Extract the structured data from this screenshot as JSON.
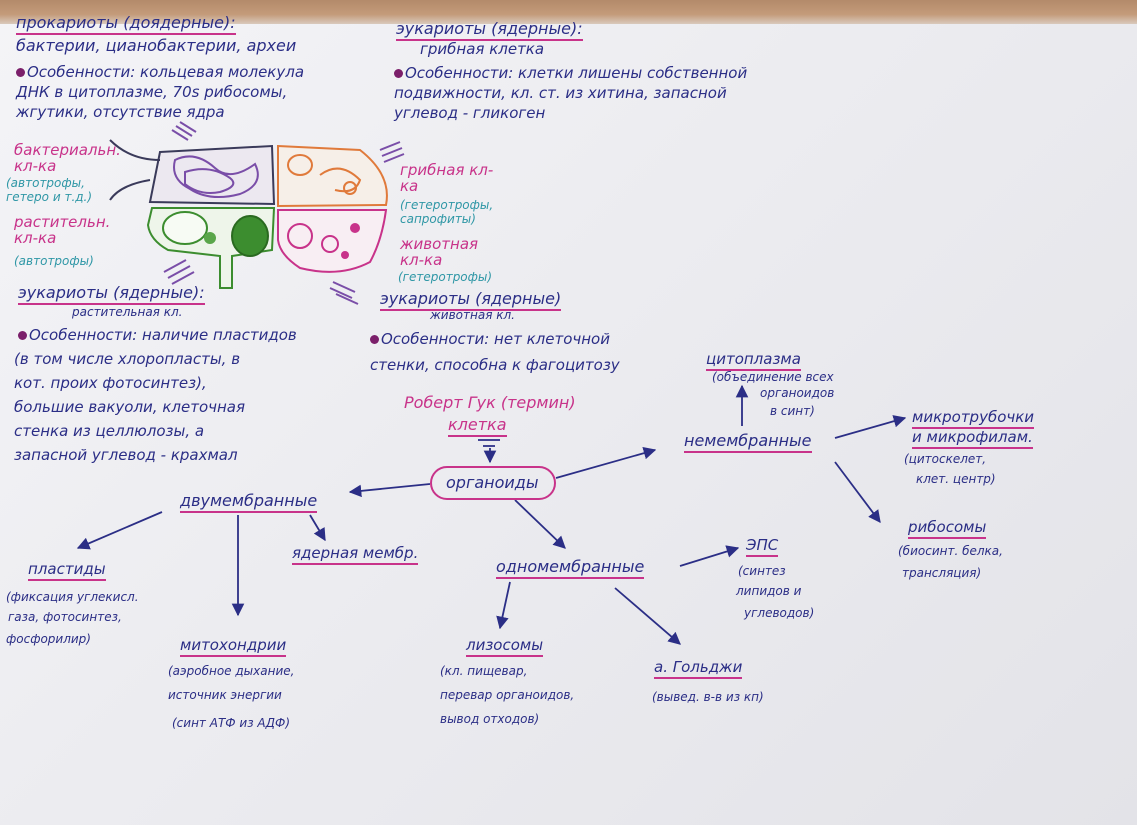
{
  "colors": {
    "blue_ink": "#2b2e86",
    "pink_ink": "#c8338a",
    "teal_ink": "#2f97a6",
    "purple_ink": "#7a4ea8",
    "green_ink": "#3c8d2f",
    "orange_ink": "#e07a3b"
  },
  "prokaryotes": {
    "title": "прокариоты (доядерные):",
    "examples": "бактерии, цианобактерии, археи",
    "features": [
      "Особенности: кольцевая молекула",
      "ДНК в цитоплазме, 70s рибосомы,",
      "жгутики, отсутствие ядра"
    ]
  },
  "eukaryotes_fungi": {
    "title": "эукариоты (ядерные):",
    "subtitle": "грибная клетка",
    "features": [
      "Особенности: клетки лишены собственной",
      "подвижности, кл. ст. из хитина, запасной",
      "углевод - гликоген"
    ]
  },
  "cell_labels": {
    "bacterial": "бактериальн. кл-ка",
    "bacterial_type": "(автотрофы, гетеро и т.д.)",
    "fungal": "грибная кл-ка",
    "fungal_type": "(гетеротрофы, сапрофиты)",
    "plant": "растительн. кл-ка",
    "plant_type": "(автотрофы)",
    "animal": "животная кл-ка",
    "animal_type": "(гетеротрофы)"
  },
  "eukaryotes_plant": {
    "title": "эукариоты (ядерные):",
    "subtitle": "растительная кл.",
    "features": [
      "Особенности: наличие пластидов",
      "(в том числе хлоропласты, в",
      "кот. проих фотосинтез),",
      "большие вакуоли, клеточная",
      "стенка из целлюлозы, а",
      "запасной углевод - крахмал"
    ]
  },
  "eukaryotes_animal": {
    "title": "эукариоты (ядерные)",
    "subtitle": "животная кл.",
    "features": [
      "Особенности: нет клеточной",
      "стенки, способна к фагоцитозу"
    ]
  },
  "center": {
    "author": "Роберт Гук (термин)",
    "cell": "клетка",
    "organoids": "органоиды"
  },
  "double_membrane": {
    "label": "двумембранные",
    "plastids": "пластиды",
    "plastids_note": [
      "(фиксация углекисл.",
      "газа, фотосинтез,",
      "фосфорилир)"
    ],
    "nuclear": "ядерная мембр.",
    "mitochondria": "митохондрии",
    "mitochondria_note": [
      "(аэробное дыхание,",
      "источник энергии",
      "(синт АТФ из АДФ)"
    ]
  },
  "single_membrane": {
    "label": "одномембранные",
    "eps": "ЭПС",
    "eps_note": [
      "(синтез",
      "липидов и",
      "углеводов)"
    ],
    "lysosomes": "лизосомы",
    "lysosomes_note": [
      "(кл. пищевар,",
      "перевар органоидов,",
      "вывод отходов)"
    ],
    "golgi": "а. Гольджи",
    "golgi_note": "(вывед. в-в из кп)"
  },
  "non_membrane": {
    "label": "немембранные",
    "cytoplasm": "цитоплазма",
    "cytoplasm_note": [
      "(объединение всех",
      "органоидов",
      "в синт)"
    ],
    "microtubules": "микротрубочки",
    "microtubules2": "и микрофилам.",
    "microtubules_note": [
      "(цитоскелет,",
      "клет. центр)"
    ],
    "ribosomes": "рибосомы",
    "ribosomes_note": [
      "(биосинт. белка,",
      "трансляция)"
    ]
  }
}
